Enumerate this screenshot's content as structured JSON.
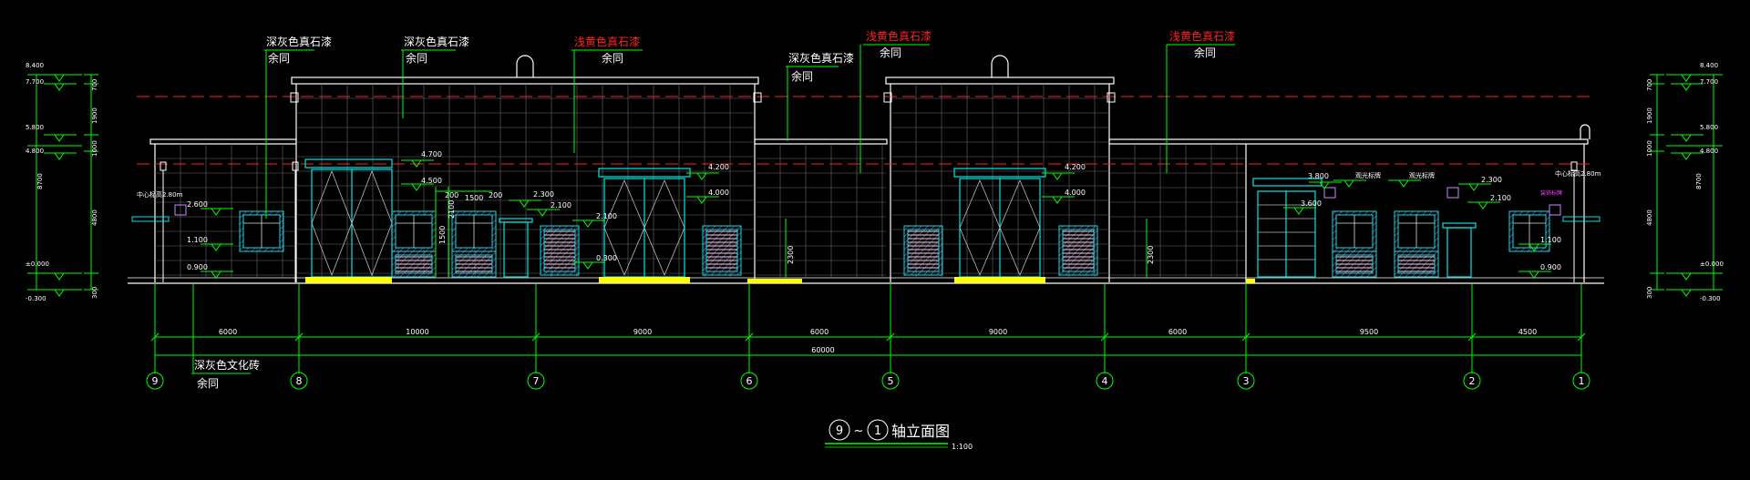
{
  "drawing": {
    "title_axis_left": "9",
    "title_axis_right": "1",
    "title_tilde": "~",
    "title_text": "轴立面图",
    "scale": "1:100"
  },
  "colors": {
    "background": "#000000",
    "line_green": "#00ff00",
    "line_white": "#ffffff",
    "line_red": "#ff2020",
    "line_cyan": "#00e5e5",
    "line_yellow": "#ffff00",
    "line_magenta": "#ff40ff",
    "line_gray": "#9a9a9a",
    "grid_gray": "#6a6a6a"
  },
  "material_labels": {
    "l1_name": "深灰色真石漆",
    "l1_note": "余同",
    "l2_name": "深灰色真石漆",
    "l2_note": "余同",
    "l3_name": "浅黄色真石漆",
    "l3_note": "余同",
    "l4_name": "深灰色真石漆",
    "l4_note": "余同",
    "l5_name": "浅黄色真石漆",
    "l5_note": "余同",
    "l6_name": "浅黄色真石漆",
    "l6_note": "余同",
    "l7_name": "深灰色文化砖",
    "l7_note": "余同"
  },
  "left_elevations": {
    "e1": "8.400",
    "e2": "7.700",
    "e3": "5.800",
    "e4": "4.800",
    "e5": "±0.000",
    "e6": "-0.300"
  },
  "right_elevations": {
    "e1": "8.400",
    "e2": "7.700",
    "e3": "5.800",
    "e4": "4.800",
    "e5": "±0.000",
    "e6": "-0.300"
  },
  "left_dims": {
    "d1": "700",
    "d2": "1900",
    "d3": "1000",
    "d4": "4800",
    "d5": "300",
    "total": "8700"
  },
  "right_dims": {
    "d1": "700",
    "d2": "1900",
    "d3": "1000",
    "d4": "4800",
    "d5": "300",
    "total": "8700"
  },
  "inner_elevations": {
    "a1": "2.600",
    "a2": "1.100",
    "a3": "0.900",
    "b1": "4.700",
    "b2": "4.500",
    "c1": "2.300",
    "c2": "2.100",
    "c3": "2.100",
    "c4": "0.300",
    "d1": "4.200",
    "d2": "4.000",
    "e1": "4.200",
    "e2": "4.000",
    "f1": "3.800",
    "f2": "3.600",
    "g1": "2.300",
    "g2": "2.100",
    "h1": "1.100",
    "h2": "0.900",
    "w1": "200",
    "w2": "1500",
    "w3": "200",
    "w4": "1500",
    "w5": "2100",
    "s1": "2300",
    "s2": "2300",
    "sign_left": "中心标高2.80m",
    "sign_right": "中心标高2.80m",
    "lamp_label_1": "观光标牌",
    "lamp_label_2": "观光标牌",
    "lamp_label_3": "装饰标牌"
  },
  "span_dims": {
    "s1": "6000",
    "s2": "10000",
    "s3": "9000",
    "s4": "6000",
    "s5": "9000",
    "s6": "6000",
    "s7": "9500",
    "s8": "4500",
    "total": "60000"
  },
  "axes": {
    "a9": "9",
    "a8": "8",
    "a7": "7",
    "a6": "6",
    "a5": "5",
    "a4": "4",
    "a3": "3",
    "a2": "2",
    "a1": "1"
  }
}
